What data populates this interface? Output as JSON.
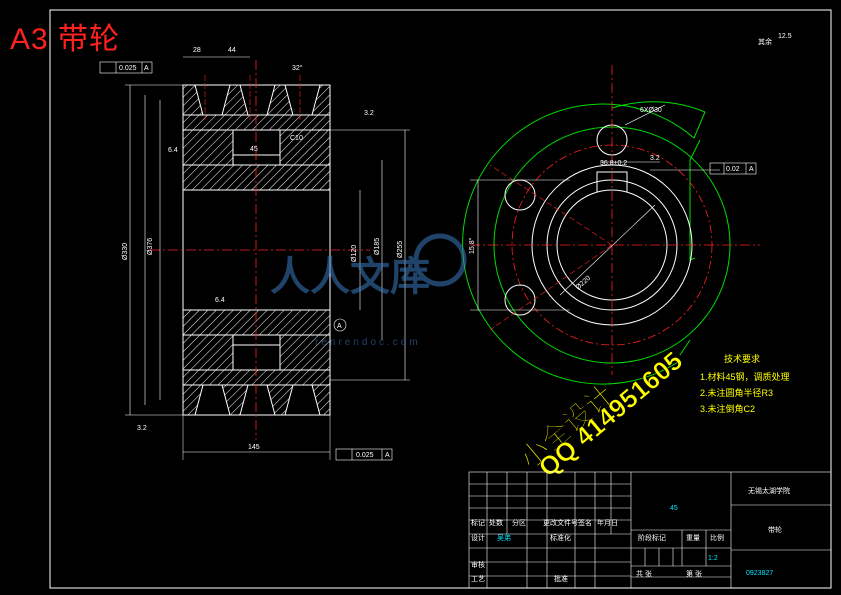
{
  "sheet_label": "A3  带轮",
  "colors": {
    "background": "#000000",
    "outline": "#ffffff",
    "centerline": "#ff2020",
    "hatch": "#ffffff",
    "green": "#00dd00",
    "accent_text": "#00e5ff",
    "note_text": "#ffff00"
  },
  "dimensions": {
    "d28": "28",
    "d44": "44",
    "angle32": "32°",
    "t01": "0.025",
    "dA": "A",
    "r32a": "3.2",
    "c10": "C10",
    "d45": "45",
    "phi330": "Ø330",
    "phi376": "Ø376",
    "phi185": "Ø185",
    "phi255": "Ø255",
    "phi120": "Ø120",
    "r64": "6.4",
    "d145": "145",
    "t02": "0.025",
    "dA2": "A",
    "r32b": "3.2",
    "r64b": "6.4",
    "sec_a": "A",
    "holes": "6XØ30",
    "t03": "0.02",
    "dA3": "A",
    "r32c": "3.2",
    "phi220": "Ø220",
    "key": "36.8±0.2",
    "angle_sym": "15.8°",
    "rest_surface": "其余",
    "rest_ra": "12.5"
  },
  "tech_requirements": {
    "title": "技术要求",
    "items": [
      "1.材料45钢，调质处理",
      "2.未注圆角半径R3",
      "3.未注倒角C2"
    ]
  },
  "watermark": {
    "line1": "小全设计",
    "line2": "QQ 414951605",
    "logo_text": "人人文库",
    "url": "renrendoc.com"
  },
  "title_block": {
    "material": "45",
    "school": "无锡太湖学院",
    "part_name": "带轮",
    "drawing_no": "0923827",
    "row_labels": [
      "标记",
      "设计",
      "审核",
      "工艺"
    ],
    "header_cells": [
      "处数",
      "分区",
      "更改文件号",
      "签名",
      "年月日"
    ],
    "designer": "吴弟",
    "std_label": "标准化",
    "approve": "批准",
    "stage_label": "阶段标记",
    "weight": "重量",
    "ratio": "比例",
    "scale": "1:2",
    "sheets_total": "共  张",
    "sheet_no": "第  张"
  }
}
